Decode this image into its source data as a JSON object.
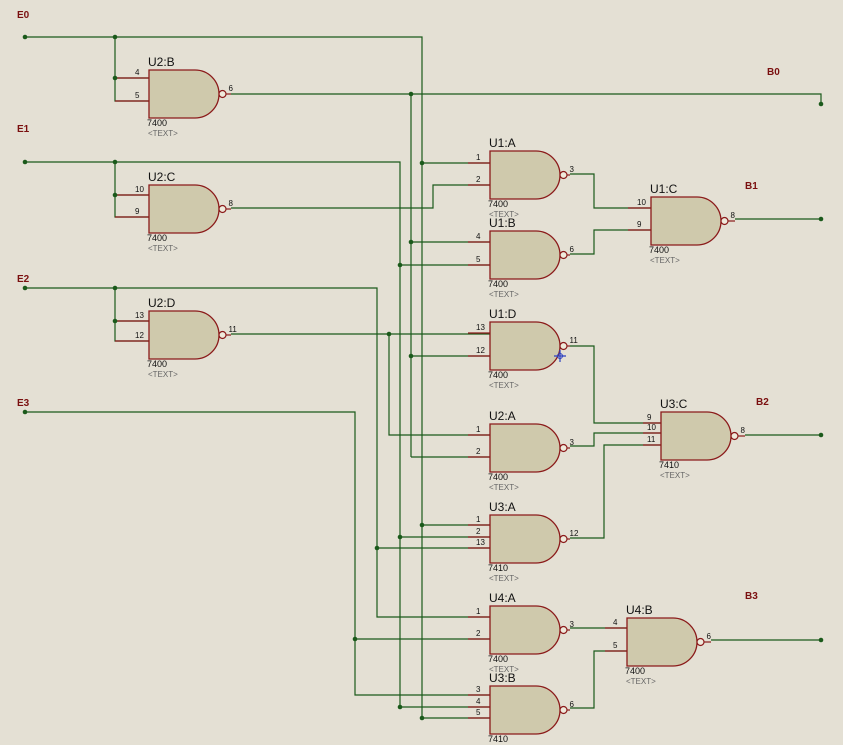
{
  "colors": {
    "background": "#e4e0d4",
    "wire": "#1b5a1b",
    "gate_outline": "#8b1a1a",
    "gate_fill": "#cfc9ac",
    "terminal_label": "#7a0f0f"
  },
  "terminals": [
    {
      "id": "E0",
      "label": "E0"
    },
    {
      "id": "E1",
      "label": "E1"
    },
    {
      "id": "E2",
      "label": "E2"
    },
    {
      "id": "E3",
      "label": "E3"
    },
    {
      "id": "B0",
      "label": "B0"
    },
    {
      "id": "B1",
      "label": "B1"
    },
    {
      "id": "B2",
      "label": "B2"
    },
    {
      "id": "B3",
      "label": "B3"
    }
  ],
  "gates": [
    {
      "id": "U2B",
      "ref": "U2:B",
      "part": "7400",
      "text": "<TEXT>",
      "pins_in": [
        "4",
        "5"
      ],
      "pin_out": "6"
    },
    {
      "id": "U2C",
      "ref": "U2:C",
      "part": "7400",
      "text": "<TEXT>",
      "pins_in": [
        "10",
        "9"
      ],
      "pin_out": "8"
    },
    {
      "id": "U2D",
      "ref": "U2:D",
      "part": "7400",
      "text": "<TEXT>",
      "pins_in": [
        "13",
        "12"
      ],
      "pin_out": "11"
    },
    {
      "id": "U1A",
      "ref": "U1:A",
      "part": "7400",
      "text": "<TEXT>",
      "pins_in": [
        "1",
        "2"
      ],
      "pin_out": "3"
    },
    {
      "id": "U1B",
      "ref": "U1:B",
      "part": "7400",
      "text": "<TEXT>",
      "pins_in": [
        "4",
        "5"
      ],
      "pin_out": "6"
    },
    {
      "id": "U1C",
      "ref": "U1:C",
      "part": "7400",
      "text": "<TEXT>",
      "pins_in": [
        "10",
        "9"
      ],
      "pin_out": "8"
    },
    {
      "id": "U1D",
      "ref": "U1:D",
      "part": "7400",
      "text": "<TEXT>",
      "pins_in": [
        "13",
        "12"
      ],
      "pin_out": "11"
    },
    {
      "id": "U2A",
      "ref": "U2:A",
      "part": "7400",
      "text": "<TEXT>",
      "pins_in": [
        "1",
        "2"
      ],
      "pin_out": "3"
    },
    {
      "id": "U3C",
      "ref": "U3:C",
      "part": "7410",
      "text": "<TEXT>",
      "pins_in": [
        "9",
        "10",
        "11"
      ],
      "pin_out": "8"
    },
    {
      "id": "U3A",
      "ref": "U3:A",
      "part": "7410",
      "text": "<TEXT>",
      "pins_in": [
        "1",
        "2",
        "13"
      ],
      "pin_out": "12"
    },
    {
      "id": "U4A",
      "ref": "U4:A",
      "part": "7400",
      "text": "<TEXT>",
      "pins_in": [
        "1",
        "2"
      ],
      "pin_out": "3"
    },
    {
      "id": "U4B",
      "ref": "U4:B",
      "part": "7400",
      "text": "<TEXT>",
      "pins_in": [
        "4",
        "5"
      ],
      "pin_out": "6"
    },
    {
      "id": "U3B",
      "ref": "U3:B",
      "part": "7410",
      "text": "",
      "pins_in": [
        "3",
        "4",
        "5"
      ],
      "pin_out": "6"
    }
  ]
}
